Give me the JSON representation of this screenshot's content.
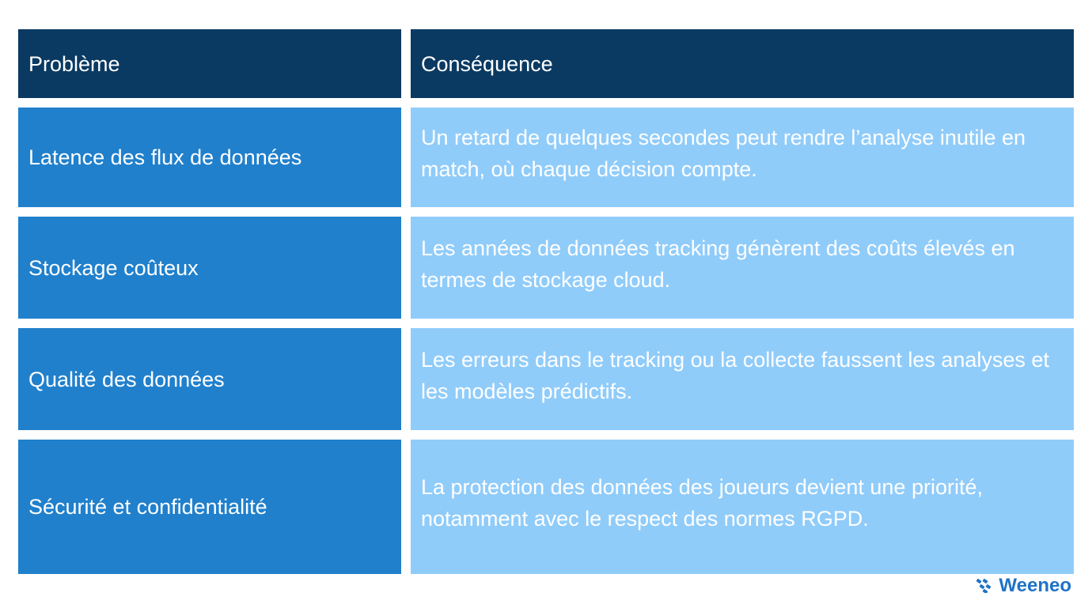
{
  "table": {
    "headers": [
      "Problème",
      "Conséquence"
    ],
    "rows": [
      {
        "problem": "Latence des flux de données",
        "consequence": "Un retard de quelques secondes peut rendre l’analyse inutile en match, où chaque décision compte."
      },
      {
        "problem": "Stockage coûteux",
        "consequence": "Les années de données tracking génèrent des coûts élevés en termes de stockage cloud."
      },
      {
        "problem": "Qualité des données",
        "consequence": "Les erreurs dans le tracking ou la collecte faussent les analyses et les modèles prédictifs."
      },
      {
        "problem": "Sécurité et confidentialité",
        "consequence": "La protection des données des joueurs devient une priorité, notamment avec le respect des normes RGPD."
      }
    ]
  },
  "logo": {
    "text": "Weeneo",
    "icon": "weeneo-logo-icon"
  },
  "colors": {
    "header_bg": "#0a3a62",
    "problem_bg": "#2080cc",
    "consequence_bg": "#90ccfa",
    "text": "#ffffff",
    "logo": "#1f73c6"
  }
}
